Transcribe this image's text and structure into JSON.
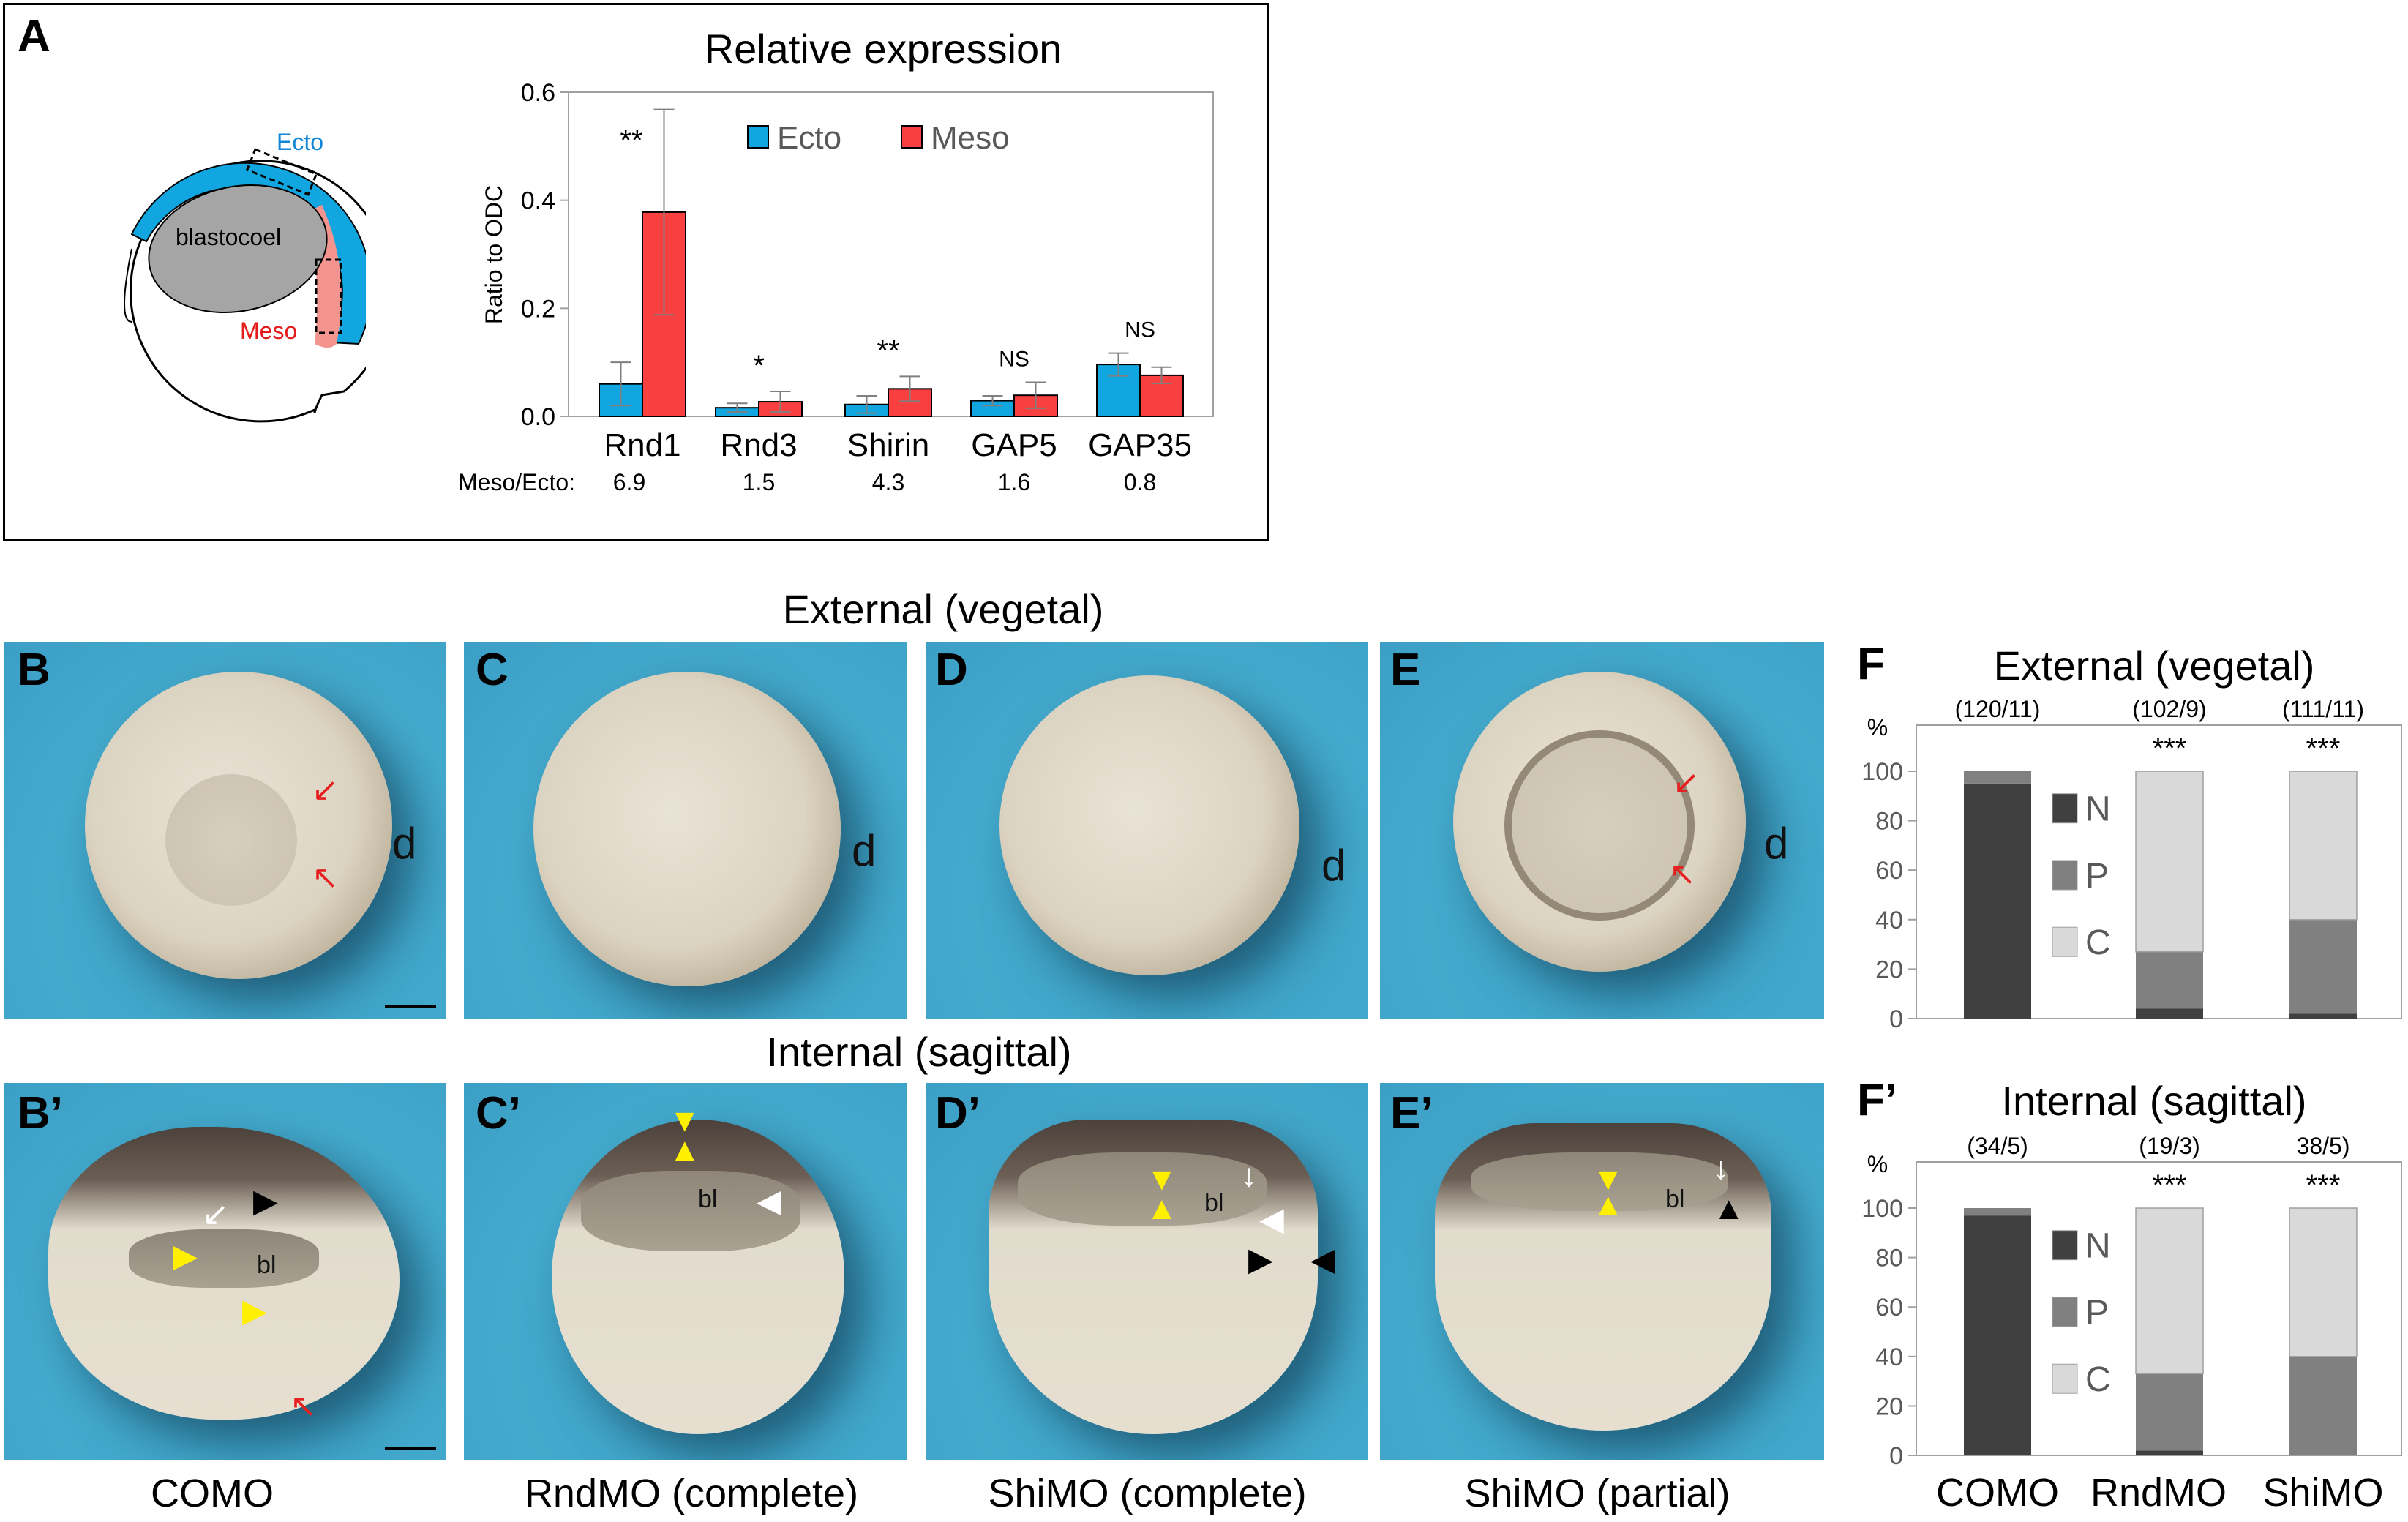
{
  "panel_labels": {
    "A": "A",
    "B": "B",
    "C": "C",
    "D": "D",
    "E": "E",
    "Bp": "B’",
    "Cp": "C’",
    "Dp": "D’",
    "Ep": "E’",
    "F": "F",
    "Fp": "F’"
  },
  "diagram": {
    "ecto": "Ecto",
    "meso": "Meso",
    "blastocoel": "blastocoel",
    "ecto_color": "#12a6e0",
    "meso_color": "#f4948f"
  },
  "headings": {
    "external": "External (vegetal)",
    "internal": "Internal (sagittal)"
  },
  "photo_annotations": {
    "dorsal": "d",
    "blastocoel_abbrev": "bl"
  },
  "captions": [
    "COMO",
    "RndMO (complete)",
    "ShiMO (complete)",
    "ShiMO (partial)"
  ],
  "chart_data": [
    {
      "type": "bar",
      "title": "Relative expression",
      "ylabel": "Ratio to ODC",
      "xlabel": "",
      "ylim": [
        0,
        0.6
      ],
      "yticks": [
        "0.0",
        "0.2",
        "0.4",
        "0.6"
      ],
      "categories": [
        "Rnd1",
        "Rnd3",
        "Shirin",
        "GAP5",
        "GAP35"
      ],
      "series": [
        {
          "name": "Ecto",
          "color": "#12a6e0",
          "values": [
            0.06,
            0.016,
            0.022,
            0.029,
            0.096
          ],
          "errors": [
            0.04,
            0.008,
            0.016,
            0.009,
            0.021
          ]
        },
        {
          "name": "Meso",
          "color": "#f84040",
          "values": [
            0.378,
            0.027,
            0.051,
            0.039,
            0.076
          ],
          "errors": [
            0.19,
            0.019,
            0.023,
            0.024,
            0.015
          ]
        }
      ],
      "significance": [
        "**",
        "*",
        "**",
        "NS",
        "NS"
      ],
      "ratio_label": "Meso/Ecto:",
      "ratios": [
        "6.9",
        "1.5",
        "4.3",
        "1.6",
        "0.8"
      ],
      "legend": "top-center",
      "grid": false
    },
    {
      "type": "bar",
      "stacked": true,
      "title": "External (vegetal)",
      "ylabel": "%",
      "ylim": [
        0,
        100
      ],
      "yticks": [
        "0",
        "20",
        "40",
        "60",
        "80",
        "100"
      ],
      "categories": [
        "COMO",
        "RndMO",
        "ShiMO"
      ],
      "counts": [
        "(120/11)",
        "(102/9)",
        "(111/11)"
      ],
      "significance": [
        "",
        "***",
        "***"
      ],
      "series": [
        {
          "name": "N",
          "color": "#404040",
          "values": [
            95,
            4,
            2
          ]
        },
        {
          "name": "P",
          "color": "#808080",
          "values": [
            5,
            23,
            38
          ]
        },
        {
          "name": "C",
          "color": "#d9d9d9",
          "values": [
            0,
            73,
            60
          ]
        }
      ],
      "legend": "left-inside"
    },
    {
      "type": "bar",
      "stacked": true,
      "title": "Internal (sagittal)",
      "ylabel": "%",
      "ylim": [
        0,
        100
      ],
      "yticks": [
        "0",
        "20",
        "40",
        "60",
        "80",
        "100"
      ],
      "categories": [
        "COMO",
        "RndMO",
        "ShiMO"
      ],
      "counts": [
        "(34/5)",
        "(19/3)",
        "38/5)"
      ],
      "significance": [
        "",
        "***",
        "***"
      ],
      "series": [
        {
          "name": "N",
          "color": "#404040",
          "values": [
            97,
            2,
            0
          ]
        },
        {
          "name": "P",
          "color": "#808080",
          "values": [
            3,
            31,
            40
          ]
        },
        {
          "name": "C",
          "color": "#d9d9d9",
          "values": [
            0,
            67,
            60
          ]
        }
      ],
      "legend": "left-inside"
    }
  ]
}
